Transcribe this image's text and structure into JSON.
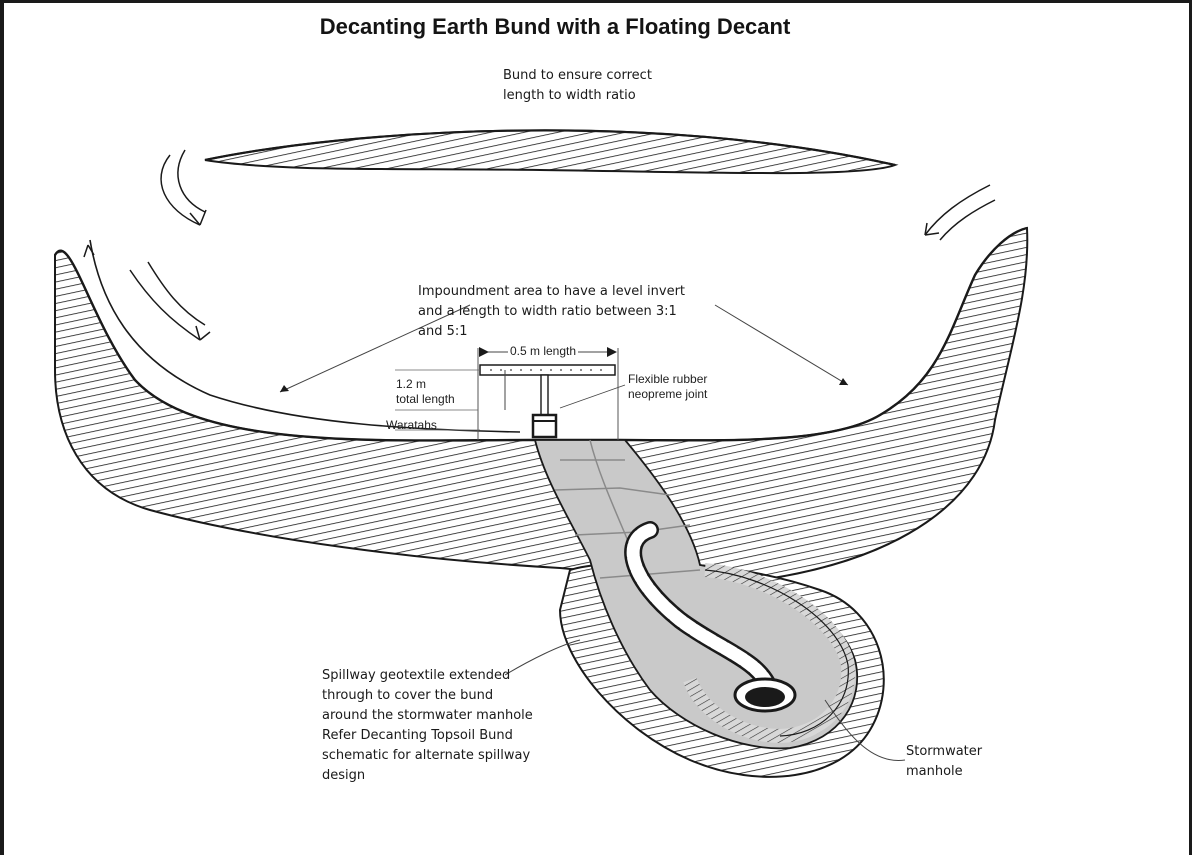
{
  "title": "Decanting Earth Bund with a Floating Decant",
  "labels": {
    "bund_top": "Bund to ensure correct\nlength to width ratio",
    "impoundment": "Impoundment area to have a level invert\nand a length to width ratio between 3:1\nand 5:1",
    "decant_length": "0.5 m length",
    "total_length": "1.2 m\ntotal length",
    "waratahs": "Waratahs",
    "flexible_joint": "Flexible rubber\nneopreme joint",
    "spillway": "Spillway geotextile extended\nthrough to cover the bund\naround the  stormwater manhole\nRefer Decanting Topsoil Bund\nschematic for alternate spillway\ndesign",
    "stormwater": "Stormwater\nmanhole"
  },
  "colors": {
    "ink": "#1a1a1a",
    "spillway_fill": "#c9c9c9",
    "spillway_dark": "#a8a8a8",
    "background": "#ffffff"
  }
}
